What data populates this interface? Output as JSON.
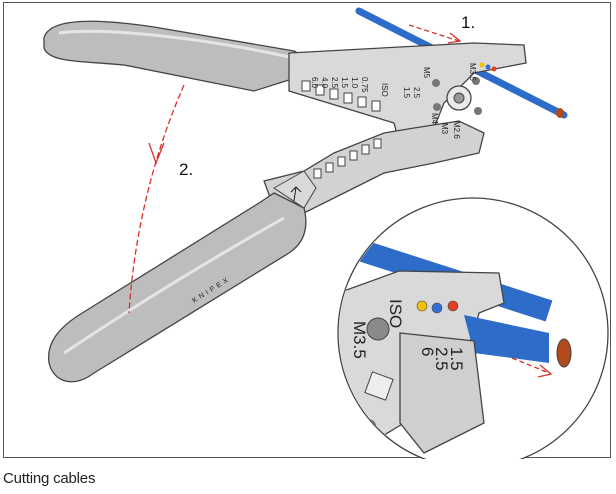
{
  "figure": {
    "steps": {
      "step1": "1.",
      "step2": "2."
    },
    "scale_labels": {
      "strip_sizes": [
        "6.0",
        "4.0",
        "2.5",
        "1.5",
        "1.0",
        "0.75"
      ],
      "iso_top": "ISO",
      "cross_sections_small": [
        "1.5",
        "2.5"
      ],
      "thread_sizes": [
        "M5",
        "M4",
        "M3.5",
        "M3",
        "M2.6"
      ],
      "brand": "KNIPEX"
    },
    "detail": {
      "iso": "ISO",
      "thread": "M3.5",
      "cross_sections": [
        "1.5",
        "2.5",
        "6"
      ],
      "color_dots": [
        "#f2c200",
        "#2f6fd6",
        "#e04020"
      ]
    },
    "colors": {
      "cable": "#2e6cc9",
      "arrow": "#d8302a",
      "handle": "#bdbdbd",
      "jaw": "#d9d9d9"
    }
  },
  "caption": "Cutting cables"
}
